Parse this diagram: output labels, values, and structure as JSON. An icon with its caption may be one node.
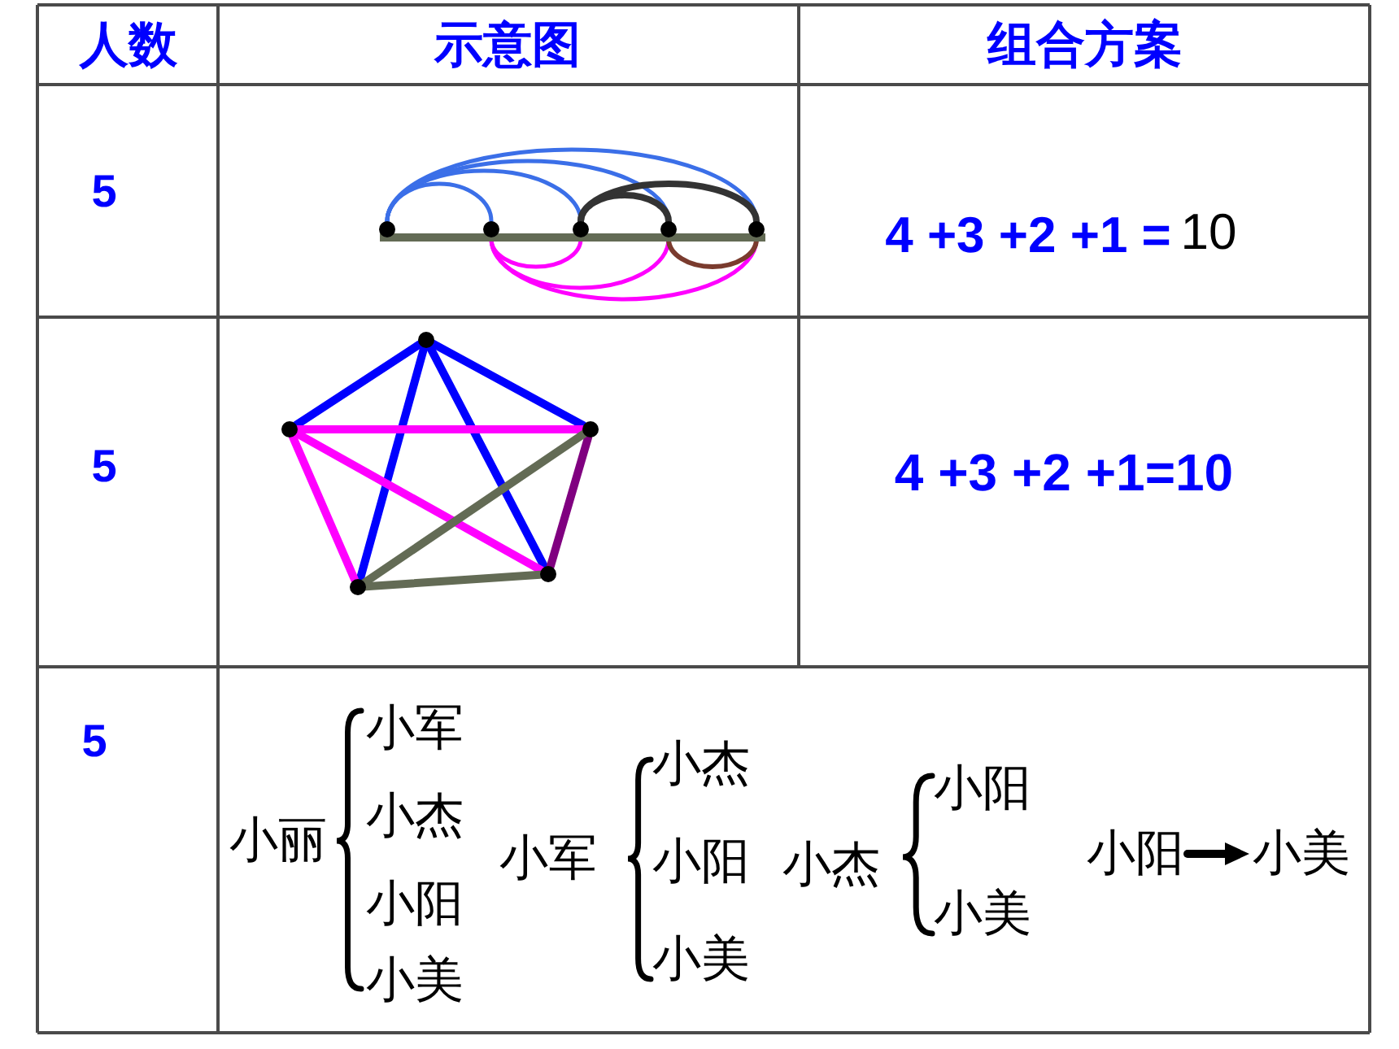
{
  "diagram": {
    "nodes": [
      {
        "text": [],
        "shape": "circle"
      },
      {
        "text": [],
        "shape": "circle"
      },
      {
        "text": [],
        "shape": "circle"
      },
      {
        "text": [],
        "shape": "circle"
      },
      {
        "text": [],
        "shape": "circle"
      },
      {
        "text": [],
        "shape": "bar"
      },
      {
        "text": [],
        "shape": "circle"
      },
      {
        "text": [],
        "shape": "circle"
      },
      {
        "text": [],
        "shape": "circle"
      },
      {
        "text": [],
        "shape": "circle"
      },
      {
        "text": [],
        "shape": "circle"
      },
      {
        "text": [
          "小阳"
        ]
      },
      {
        "text": [
          "小美"
        ]
      }
    ],
    "edges": [
      {
        "from": 0,
        "to": 1,
        "arrow": "none",
        "color": "#3b6fe8"
      },
      {
        "from": 0,
        "to": 2,
        "arrow": "none",
        "color": "#3b6fe8"
      },
      {
        "from": 0,
        "to": 3,
        "arrow": "none",
        "color": "#3b6fe8"
      },
      {
        "from": 0,
        "to": 4,
        "arrow": "none",
        "color": "#3b6fe8"
      },
      {
        "from": 1,
        "to": 2,
        "arrow": "none",
        "color": "#ff00ff"
      },
      {
        "from": 1,
        "to": 3,
        "arrow": "none",
        "color": "#ff00ff"
      },
      {
        "from": 1,
        "to": 4,
        "arrow": "none",
        "color": "#ff00ff"
      },
      {
        "from": 2,
        "to": 3,
        "arrow": "none",
        "color": "#333333"
      },
      {
        "from": 2,
        "to": 4,
        "arrow": "none",
        "color": "#333333"
      },
      {
        "from": 3,
        "to": 4,
        "arrow": "none",
        "color": "#7a3b2e"
      },
      {
        "from": 6,
        "to": 7,
        "arrow": "none",
        "color": "#0000ff"
      },
      {
        "from": 6,
        "to": 8,
        "arrow": "none",
        "color": "#0000ff"
      },
      {
        "from": 6,
        "to": 9,
        "arrow": "none",
        "color": "#0000ff"
      },
      {
        "from": 6,
        "to": 10,
        "arrow": "none",
        "color": "#0000ff"
      },
      {
        "from": 7,
        "to": 8,
        "arrow": "none",
        "color": "#ff00ff"
      },
      {
        "from": 7,
        "to": 9,
        "arrow": "none",
        "color": "#ff00ff"
      },
      {
        "from": 7,
        "to": 10,
        "arrow": "none",
        "color": "#ff00ff"
      },
      {
        "from": 8,
        "to": 9,
        "arrow": "none",
        "color": "#800080"
      },
      {
        "from": 8,
        "to": 10,
        "arrow": "none",
        "color": "#636b55"
      },
      {
        "from": 9,
        "to": 10,
        "arrow": "none",
        "color": "#636b55"
      },
      {
        "from": 11,
        "to": 12,
        "arrow": "to",
        "color": "#000000"
      }
    ],
    "labels": [
      "人数",
      "示意图",
      "组合方案",
      "5",
      "4 +3 +2 +1 =",
      "10",
      "5",
      "4 +3 +2 +1=10",
      "5",
      "小丽",
      "小军",
      "小杰",
      "小阳",
      "小美",
      "小军",
      "小杰",
      "小阳",
      "小美",
      "小杰",
      "小阳",
      "小美"
    ]
  }
}
